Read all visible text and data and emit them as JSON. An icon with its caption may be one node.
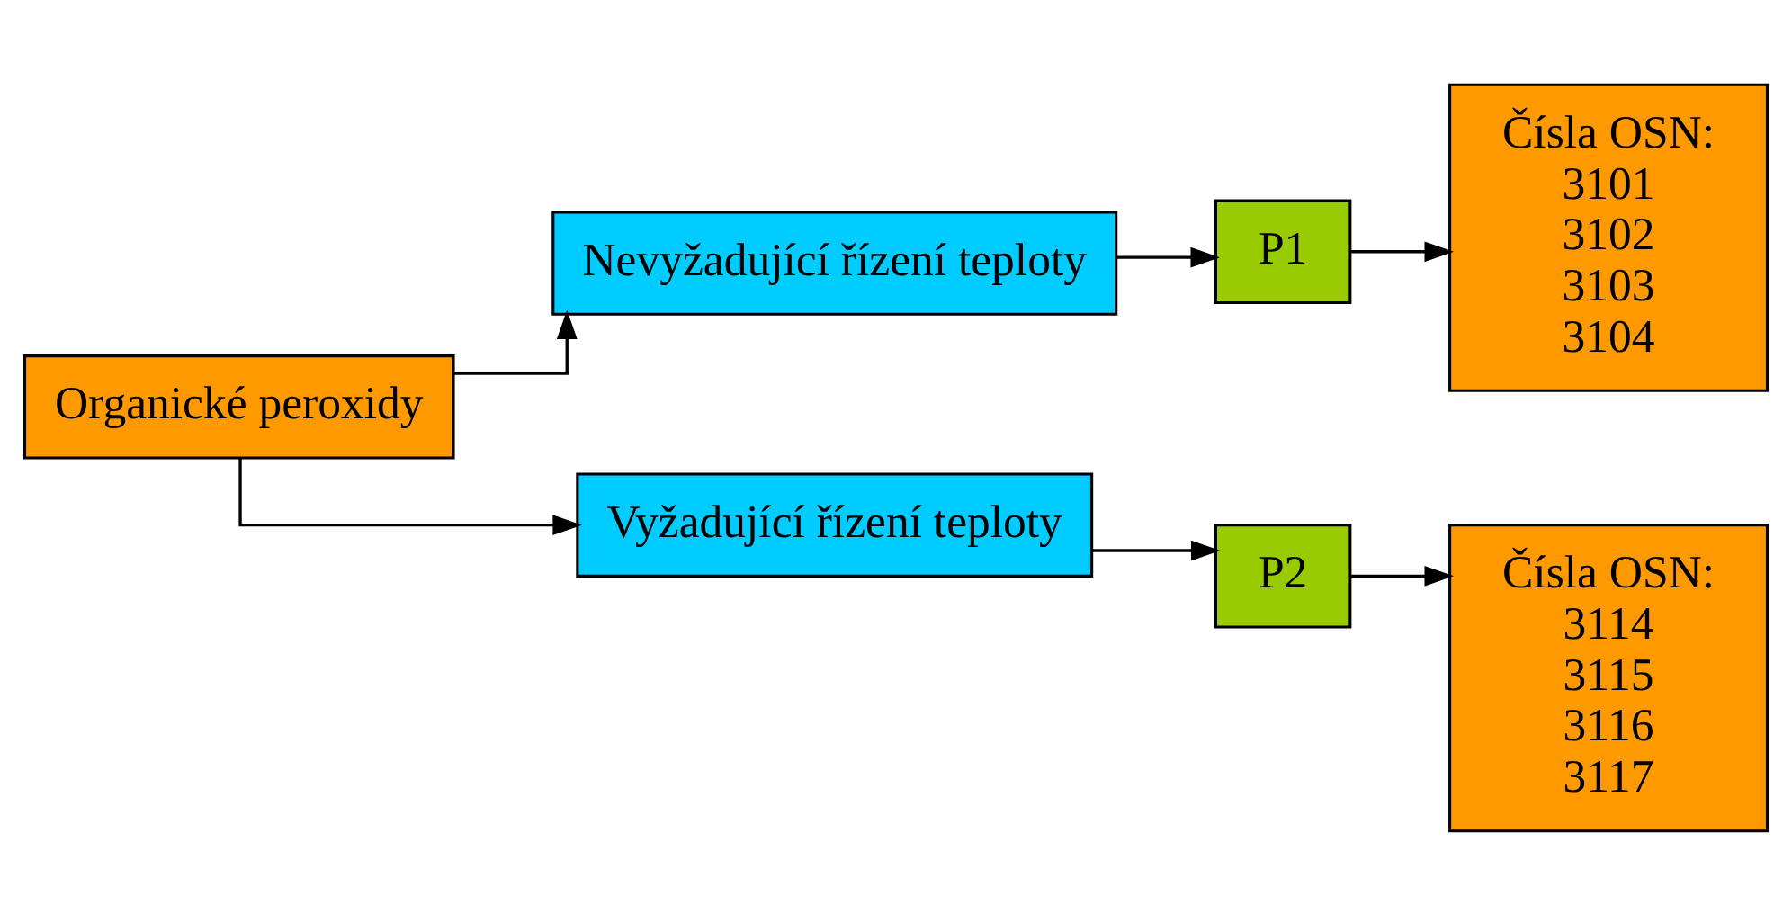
{
  "diagram": {
    "nodes": [
      {
        "text": [
          "Organické peroxidy"
        ]
      },
      {
        "text": [
          "Nevyžadující řízení teploty"
        ]
      },
      {
        "text": [
          "Vyžadující řízení teploty"
        ]
      },
      {
        "text": [
          "P1"
        ]
      },
      {
        "text": [
          "P2"
        ]
      },
      {
        "text": [
          "Čísla OSN:",
          "3101",
          "3102",
          "3103",
          "3104"
        ]
      },
      {
        "text": [
          "Čísla OSN:",
          "3114",
          "3115",
          "3116",
          "3117"
        ]
      }
    ],
    "edges": [
      {
        "from": 0,
        "to": 1,
        "arrow": "to"
      },
      {
        "from": 0,
        "to": 2,
        "arrow": "to"
      },
      {
        "from": 1,
        "to": 3,
        "arrow": "to"
      },
      {
        "from": 3,
        "to": 5,
        "arrow": "to"
      },
      {
        "from": 2,
        "to": 4,
        "arrow": "to"
      },
      {
        "from": 4,
        "to": 6,
        "arrow": "to"
      }
    ]
  }
}
